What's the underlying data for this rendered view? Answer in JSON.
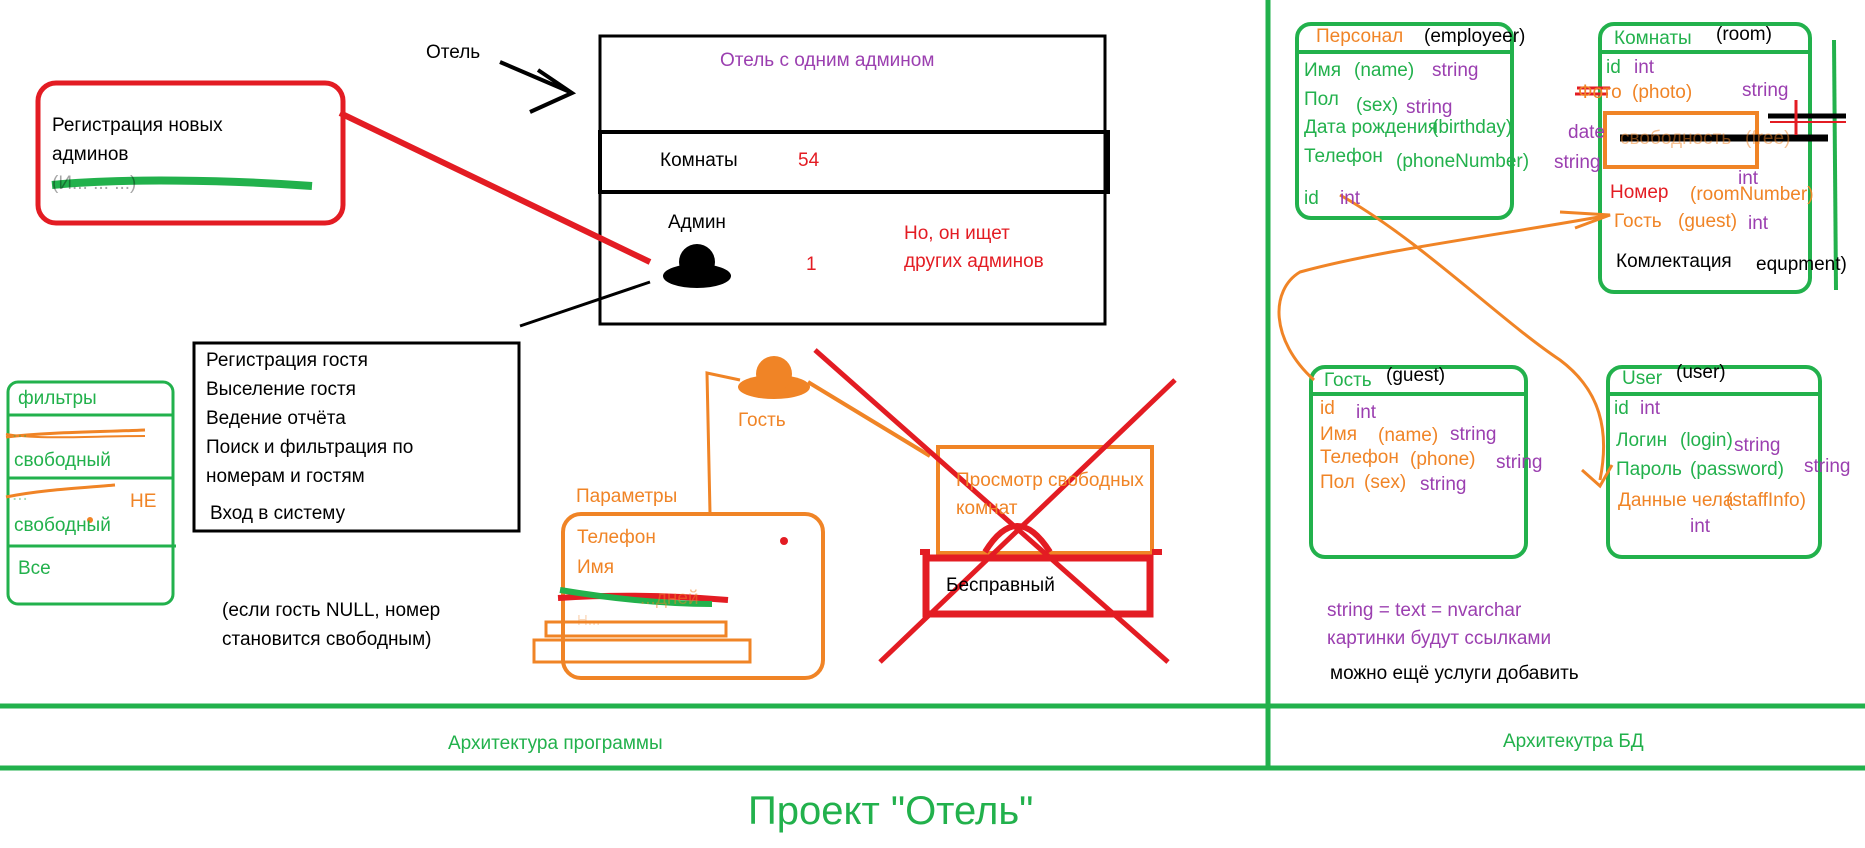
{
  "colors": {
    "green": "#22b14c",
    "orange": "#f08426",
    "red": "#e31c23",
    "purple": "#9b3fb0",
    "black": "#000000"
  },
  "project_title": "Проект \"Отель\"",
  "footer": {
    "left": "Архитектура программы",
    "right": "Архитекутра БД"
  },
  "program": {
    "hotel_label": "Отель",
    "hotel_box_title": "Отель с одним админом",
    "rooms_label": "Комнаты",
    "rooms_count": "54",
    "admin_label": "Админ",
    "admin_count": "1",
    "admin_note": [
      "Но, он ищет",
      "других админов"
    ],
    "admin_reg": [
      "Регистрация новых",
      "админов",
      "(И... ... ...)"
    ],
    "admin_functions": [
      "Регистрация гостя",
      "Выселение гостя",
      "Ведение отчёта",
      "Поиск и фильтрация по",
      "номерам и гостям",
      "Вход в систему"
    ],
    "filters": {
      "title": "фильтры",
      "rows": [
        "...",
        "свободный",
        "...",
        "НЕ",
        "свободный",
        "Все"
      ]
    },
    "null_note": [
      "(если гость NULL, номер",
      "становится свободным)"
    ],
    "guest_label": "Гость",
    "params": {
      "title": "Параметры",
      "fields": [
        "Телефон",
        "Имя",
        "...дней",
        "Н..."
      ]
    },
    "free_rooms": [
      "Просмотр свободных",
      "комнат"
    ],
    "powerless": "Бесправный"
  },
  "db": {
    "employee": {
      "title": "Персонал",
      "title_en": "(employeer)",
      "fields": [
        {
          "name": "Имя",
          "en": "(name)",
          "type": "string"
        },
        {
          "name": "Пол",
          "en": "(sex)",
          "type": "string"
        },
        {
          "name": "Дата рождения",
          "en": "(birthday)",
          "type": "date"
        },
        {
          "name": "Телефон",
          "en": "(phoneNumber)",
          "type": "string"
        },
        {
          "name": "id",
          "en": "",
          "type": "int"
        }
      ]
    },
    "room": {
      "title": "Комнаты",
      "title_en": "(room)",
      "fields": [
        {
          "name": "id",
          "en": "",
          "type": "int"
        },
        {
          "name": "Фото",
          "en": "(photo)",
          "type": "string"
        },
        {
          "name": "свободность",
          "en": "(free)",
          "type": "int"
        },
        {
          "name": "Номер",
          "en": "(roomNumber)",
          "type": "int"
        },
        {
          "name": "Гость",
          "en": "(guest)",
          "type": "int"
        },
        {
          "name": "Комлектация",
          "en": "equpment)",
          "type": ""
        }
      ]
    },
    "guest": {
      "title": "Гость",
      "title_en": "(guest)",
      "fields": [
        {
          "name": "id",
          "en": "",
          "type": "int"
        },
        {
          "name": "Имя",
          "en": "(name)",
          "type": "string"
        },
        {
          "name": "Телефон",
          "en": "(phone)",
          "type": "string"
        },
        {
          "name": "Пол",
          "en": "(sex)",
          "type": "string"
        }
      ]
    },
    "user": {
      "title": "User",
      "title_en": "(user)",
      "fields": [
        {
          "name": "id",
          "en": "",
          "type": "int"
        },
        {
          "name": "Логин",
          "en": "(login)",
          "type": "string"
        },
        {
          "name": "Пароль",
          "en": "(password)",
          "type": "string"
        },
        {
          "name": "Данные чела",
          "en": "(staffInfo)",
          "type": "int"
        }
      ]
    },
    "notes": [
      "string = text = nvarchar",
      "картинки будут ссылками",
      "можно ещё услуги добавить"
    ]
  }
}
